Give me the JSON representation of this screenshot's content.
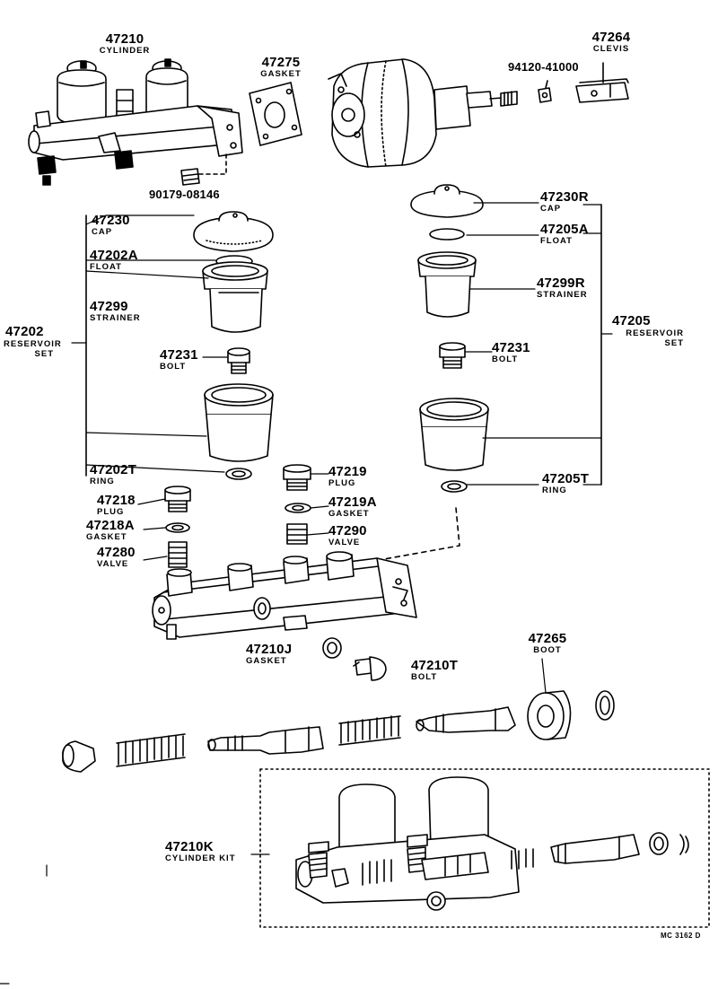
{
  "labels": [
    {
      "id": "47210",
      "number": "47210",
      "name": "CYLINDER"
    },
    {
      "id": "47275",
      "number": "47275",
      "name": "GASKET"
    },
    {
      "id": "94120-41000",
      "number": "94120-41000",
      "name": ""
    },
    {
      "id": "47264",
      "number": "47264",
      "name": "CLEVIS"
    },
    {
      "id": "90179-08146",
      "number": "90179-08146",
      "name": ""
    },
    {
      "id": "47230",
      "number": "47230",
      "name": "CAP"
    },
    {
      "id": "47202A",
      "number": "47202A",
      "name": "FLOAT"
    },
    {
      "id": "47299",
      "number": "47299",
      "name": "STRAINER"
    },
    {
      "id": "47202",
      "number": "47202",
      "name": "RESERVOIR SET"
    },
    {
      "id": "47231-left",
      "number": "47231",
      "name": "BOLT"
    },
    {
      "id": "47202T",
      "number": "47202T",
      "name": "RING"
    },
    {
      "id": "47218",
      "number": "47218",
      "name": "PLUG"
    },
    {
      "id": "47218A",
      "number": "47218A",
      "name": "GASKET"
    },
    {
      "id": "47280",
      "number": "47280",
      "name": "VALVE"
    },
    {
      "id": "47219",
      "number": "47219",
      "name": "PLUG"
    },
    {
      "id": "47219A",
      "number": "47219A",
      "name": "GASKET"
    },
    {
      "id": "47290",
      "number": "47290",
      "name": "VALVE"
    },
    {
      "id": "47230R",
      "number": "47230R",
      "name": "CAP"
    },
    {
      "id": "47205A",
      "number": "47205A",
      "name": "FLOAT"
    },
    {
      "id": "47299R",
      "number": "47299R",
      "name": "STRAINER"
    },
    {
      "id": "47205",
      "number": "47205",
      "name": "RESERVOIR SET"
    },
    {
      "id": "47231-right",
      "number": "47231",
      "name": "BOLT"
    },
    {
      "id": "47205T",
      "number": "47205T",
      "name": "RING"
    },
    {
      "id": "47210J",
      "number": "47210J",
      "name": "GASKET"
    },
    {
      "id": "47210T",
      "number": "47210T",
      "name": "BOLT"
    },
    {
      "id": "47265",
      "number": "47265",
      "name": "BOOT"
    },
    {
      "id": "47210K",
      "number": "47210K",
      "name": "CYLINDER KIT"
    }
  ],
  "figure_code": "MC 3162 D"
}
